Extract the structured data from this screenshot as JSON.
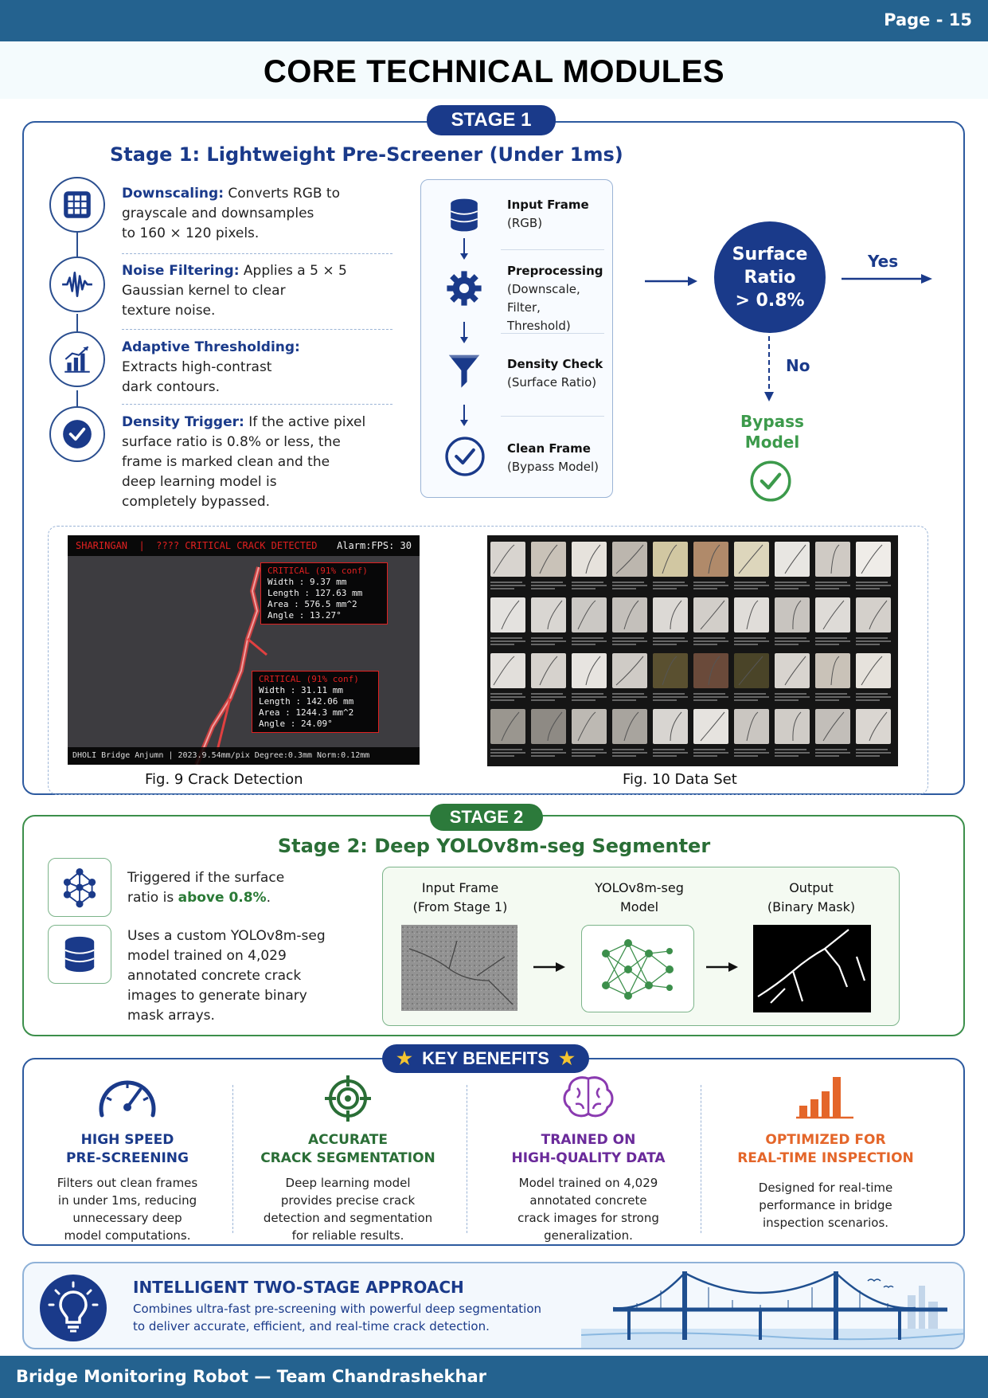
{
  "page_label": "Page - 15",
  "title": "CORE TECHNICAL MODULES",
  "footer": "Bridge Monitoring Robot — Team Chandrashekhar",
  "stage1": {
    "badge": "STAGE 1",
    "heading": "Stage 1: Lightweight Pre-Screener (Under 1ms)",
    "steps": [
      {
        "title": "Downscaling:",
        "line1_rest": " Converts RGB to",
        "line2": "grayscale and downsamples",
        "line3": "to 160 × 120 pixels.",
        "icon": "grid-icon"
      },
      {
        "title": "Noise Filtering:",
        "line1_rest": " Applies a 5 × 5",
        "line2": "Gaussian kernel to clear",
        "line3": "texture noise.",
        "icon": "waveform-icon"
      },
      {
        "title": "Adaptive Thresholding:",
        "line1_rest": "",
        "line2": "Extracts high-contrast",
        "line3": "dark contours.",
        "icon": "bar-chart-icon"
      },
      {
        "title": "Density Trigger:",
        "line1_rest": " If the active pixel",
        "line2": "surface ratio is 0.8% or less, the",
        "line3": "frame is marked clean and the",
        "line4": "deep learning model is",
        "line5": "completely bypassed.",
        "icon": "check-circle-icon"
      }
    ],
    "flow": [
      {
        "title": "Input Frame",
        "sub": "(RGB)",
        "icon": "database-icon"
      },
      {
        "title": "Preprocessing",
        "sub": "(Downscale, Filter,",
        "sub2": "Threshold)",
        "icon": "gear-icon"
      },
      {
        "title": "Density Check",
        "sub": "(Surface Ratio)",
        "icon": "funnel-icon"
      },
      {
        "title": "Clean Frame",
        "sub": "(Bypass Model)",
        "icon": "check-icon"
      }
    ],
    "decision": {
      "line1": "Surface",
      "line2": "Ratio",
      "line3": "> 0.8%",
      "yes": "Yes",
      "no": "No",
      "bypass1": "Bypass",
      "bypass2": "Model"
    },
    "fig9": {
      "caption": "Fig. 9 Crack Detection",
      "top_left": "SHARINGAN",
      "top_alert": "???? CRITICAL CRACK DETECTED",
      "top_right": "Alarm:FPS: 30",
      "box1": {
        "head": "CRITICAL (91% conf)",
        "l1": "Width : 9.37 mm",
        "l2": "Length : 127.63 mm",
        "l3": "Area  : 576.5 mm^2",
        "l4": "Angle : 13.27°"
      },
      "box2": {
        "head": "CRITICAL (91% conf)",
        "l1": "Width : 31.11 mm",
        "l2": "Length : 142.06 mm",
        "l3": "Area  : 1244.3 mm^2",
        "l4": "Angle : 24.09°"
      },
      "bottom": "DHOLI Bridge Anjumn  |  2023.9.54mm/pix   Degree:0.3mm    Norm:0.12mm"
    },
    "fig10": {
      "caption": "Fig. 10 Data Set"
    }
  },
  "stage2": {
    "badge": "STAGE 2",
    "heading": "Stage 2: Deep YOLOv8m-seg Segmenter",
    "text1_a": "Triggered if the surface",
    "text1_b": "ratio is ",
    "text1_hl": "above 0.8%",
    "text1_c": ".",
    "text2": [
      "Uses a custom YOLOv8m-seg",
      "model trained on 4,029",
      "annotated concrete crack",
      "images to generate binary",
      "mask arrays."
    ],
    "pipeline": [
      {
        "l1": "Input Frame",
        "l2": "(From Stage 1)"
      },
      {
        "l1": "YOLOv8m-seg",
        "l2": "Model"
      },
      {
        "l1": "Output",
        "l2": "(Binary Mask)"
      }
    ]
  },
  "benefits": {
    "badge": "KEY BENEFITS",
    "items": [
      {
        "t1": "HIGH SPEED",
        "t2": "PRE-SCREENING",
        "d": [
          "Filters out clean frames",
          "in under 1ms, reducing",
          "unnecessary deep",
          "model computations."
        ],
        "color": "#1a3a8a",
        "icon": "speedometer-icon"
      },
      {
        "t1": "ACCURATE",
        "t2": "CRACK SEGMENTATION",
        "d": [
          "Deep learning model",
          "provides precise crack",
          "detection and segmentation",
          "for reliable results."
        ],
        "color": "#2a6e36",
        "icon": "target-icon"
      },
      {
        "t1": "TRAINED ON",
        "t2": "HIGH-QUALITY DATA",
        "d": [
          "Model trained on 4,029",
          "annotated concrete",
          "crack images for strong",
          "generalization."
        ],
        "color": "#6a2a9a",
        "icon": "brain-icon"
      },
      {
        "t1": "OPTIMIZED FOR",
        "t2": "REAL-TIME INSPECTION",
        "d": [
          "Designed for real-time",
          "performance in bridge",
          "inspection scenarios."
        ],
        "color": "#e4662a",
        "icon": "bar-chart-icon"
      }
    ]
  },
  "approach": {
    "title": "INTELLIGENT TWO-STAGE APPROACH",
    "l1": "Combines ultra-fast pre-screening with powerful deep segmentation",
    "l2": "to deliver accurate, efficient, and real-time crack detection."
  }
}
